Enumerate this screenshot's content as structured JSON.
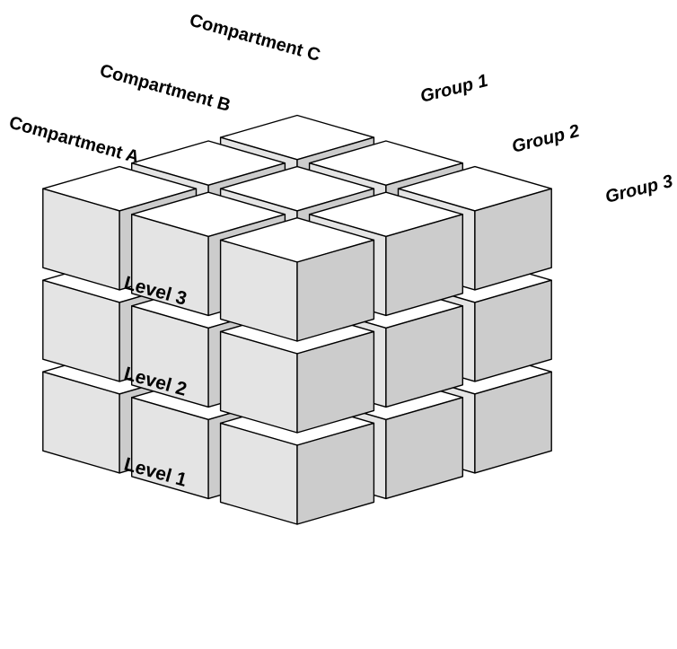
{
  "colors": {
    "background": "#ffffff",
    "top_face": "#ffffff",
    "left_face": "#e4e4e4",
    "right_face": "#cccccc",
    "outline": "#000000"
  },
  "compartments": [
    "Compartment A",
    "Compartment B",
    "Compartment C"
  ],
  "groups": [
    "Group 1",
    "Group 2",
    "Group 3"
  ],
  "levels": [
    "Level 3",
    "Level 2",
    "Level 1"
  ]
}
